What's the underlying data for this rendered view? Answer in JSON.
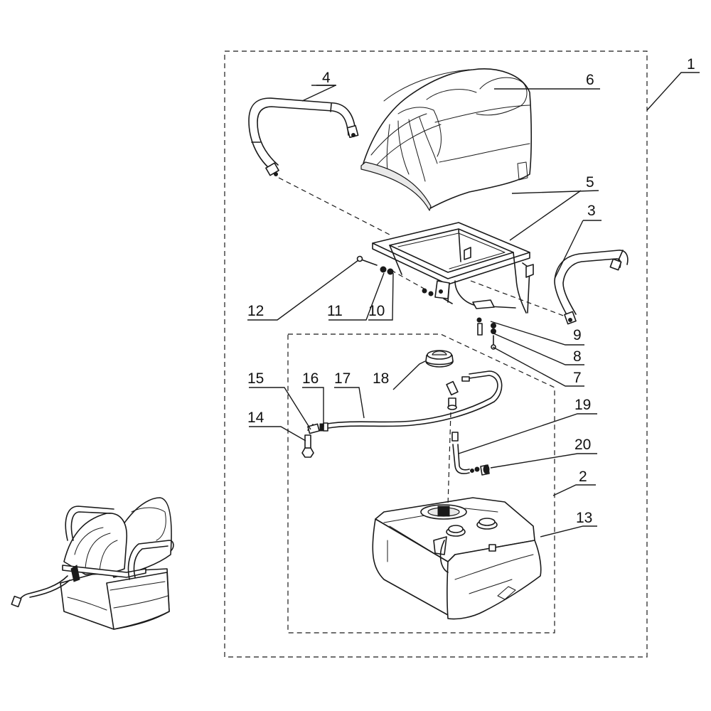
{
  "callouts": [
    {
      "id": "c1",
      "label": "1"
    },
    {
      "id": "c2",
      "label": "2"
    },
    {
      "id": "c3",
      "label": "3"
    },
    {
      "id": "c4",
      "label": "4"
    },
    {
      "id": "c5",
      "label": "5"
    },
    {
      "id": "c6",
      "label": "6"
    },
    {
      "id": "c7",
      "label": "7"
    },
    {
      "id": "c8",
      "label": "8"
    },
    {
      "id": "c9",
      "label": "9"
    },
    {
      "id": "c10",
      "label": "10"
    },
    {
      "id": "c11",
      "label": "11"
    },
    {
      "id": "c12",
      "label": "12"
    },
    {
      "id": "c13",
      "label": "13"
    },
    {
      "id": "c14",
      "label": "14"
    },
    {
      "id": "c15",
      "label": "15"
    },
    {
      "id": "c16",
      "label": "16"
    },
    {
      "id": "c17",
      "label": "17"
    },
    {
      "id": "c18",
      "label": "18"
    },
    {
      "id": "c19",
      "label": "19"
    },
    {
      "id": "c20",
      "label": "20"
    }
  ],
  "colors": {
    "line": "#1a1a1a",
    "background": "#ffffff"
  }
}
